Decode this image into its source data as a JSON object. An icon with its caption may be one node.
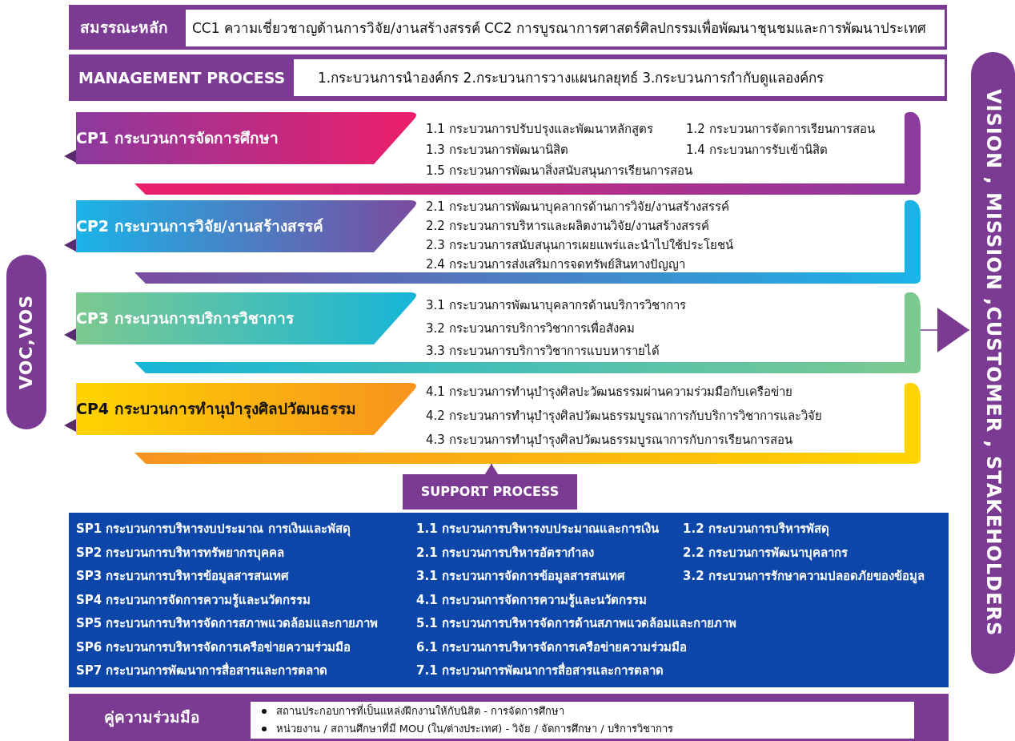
{
  "diagram": {
    "nodes": [
      {
        "text": [
          "สมรรณะหลัก",
          "CC1 ความเชี่ยวชาญด้านการวิจัย/งานสร้างสรรค์ CC2 การบูรณาการศาสตร์ศิลปกรรมเพื่อพัฒนาชุนชมและการพัฒนาประเทศ"
        ]
      },
      {
        "text": [
          "MANAGEMENT PROCESS",
          "1.กระบวนการนำองค์กร 2.กระบวนการวางแผนกลยุทธ์ 3.กระบวนการกำกับดูแลองค์กร"
        ]
      },
      {
        "text": [
          "CP1 กระบวนการจัดการศึกษา",
          "1.1 กระบวนการปรับปรุงและพัฒนาหลักสูตร",
          "1.2 กระบวนการจัดการเรียนการสอน",
          "1.3 กระบวนการพัฒนานิสิต",
          "1.4 กระบวนการรับเข้านิสิต",
          "1.5 กระบวนการพัฒนาสิ่งสนับสนุนการเรียนการสอน"
        ]
      },
      {
        "text": [
          "CP2 กระบวนการวิจัย/งานสร้างสรรค์",
          "2.1 กระบวนการพัฒนาบุคลากรด้านการวิจัย/งานสร้างสรรค์",
          "2.2 กระบวนการบริหารและผลิตงานวิจัย/งานสร้างสรรค์",
          "2.3 กระบวนการสนับสนุนการเผยแพร่และนำไปใช้ประโยชน์",
          "2.4 กระบวนการส่งเสริมการจดทรัพย์สินทางปัญญา"
        ]
      },
      {
        "text": [
          "CP3 กระบวนการบริการวิชาการ",
          "3.1 กระบวนการพัฒนาบุคลากรด้านบริการวิชาการ",
          "3.2 กระบวนการบริการวิชาการเพื่อสังคม",
          "3.3 กระบวนการบริการวิชาการแบบหารายได้"
        ]
      },
      {
        "text": [
          "CP4 กระบวนการทำนุบำรุงศิลปวัฒนธรรม",
          "4.1 กระบวนการทำนุบำรุงศิลปะวัฒนธรรมผ่านความร่วมมือกับเครือข่าย",
          "4.2 กระบวนการทำนุบำรุงศิลปวัฒนธรรมบูรณาการกับบริการวิชาการและวิจัย",
          "4.3 กระบวนการทำนุบำรุงศิลปวัฒนธรรมบูรณาการกับการเรียนการสอน"
        ]
      },
      {
        "text": [
          "SUPPORT PROCESS"
        ]
      },
      {
        "text": [
          "SP1 กระบวนการบริหารงบประมาณ การเงินและพัสดุ",
          "1.1 กระบวนการบริหารงบประมาณและการเงิน",
          "1.2 กระบวนการบริหารพัสดุ",
          "SP2 กระบวนการบริหารทรัพยากรบุคคล",
          "2.1 กระบวนการบริหารอัตรากำลง",
          "2.2 กระบวนการพัฒนาบุคลากร",
          "SP3 กระบวนการบริหารข้อมูลสารสนเทศ",
          "3.1 กระบวนการจัดการข้อมูลสารสนเทศ",
          "3.2 กระบวนการรักษาความปลอดภัยของข้อมูล",
          "SP4 กระบวนการจัดการความรู้และนวัตกรรม",
          "4.1 กระบวนการจัดการความรู้และนวัตกรรม",
          "SP5 กระบวนการบริหารจัดการสภาพแวดล้อมและกายภาพ",
          "5.1 กระบวนการบริหารจัดการด้านสภาพแวดล้อมและกายภาพ",
          "SP6 กระบวนการบริหารจัดการเครือข่ายความร่วมมือ",
          "6.1 กระบวนการบริหารจัดการเครือข่ายความร่วมมือ",
          "SP7 กระบวนการพัฒนาการสื่อสารและการตลาด",
          "7.1 กระบวนการพัฒนาการสื่อสารและการตลาด"
        ]
      },
      {
        "text": [
          "คู่ความร่วมมือ",
          "สถานประกอบการที่เป็นแหล่งฝึกงานให้กับนิสิต - การจัดการศึกษา",
          "หน่วยงาน / สถานศึกษาที่มี MOU (ใน/ต่างประเทศ) - วิจัย / จัดการศึกษา / บริการวิชาการ"
        ]
      },
      {
        "text": [
          "VOC,VOS"
        ]
      },
      {
        "text": [
          "VISION , MISSION ,CUSTOMER , STAKEHOLDERS"
        ]
      }
    ],
    "edges": [
      {
        "from": 6,
        "to": 5,
        "arrow": "to"
      },
      {
        "from": 4,
        "to": 10,
        "arrow": "to"
      }
    ]
  }
}
